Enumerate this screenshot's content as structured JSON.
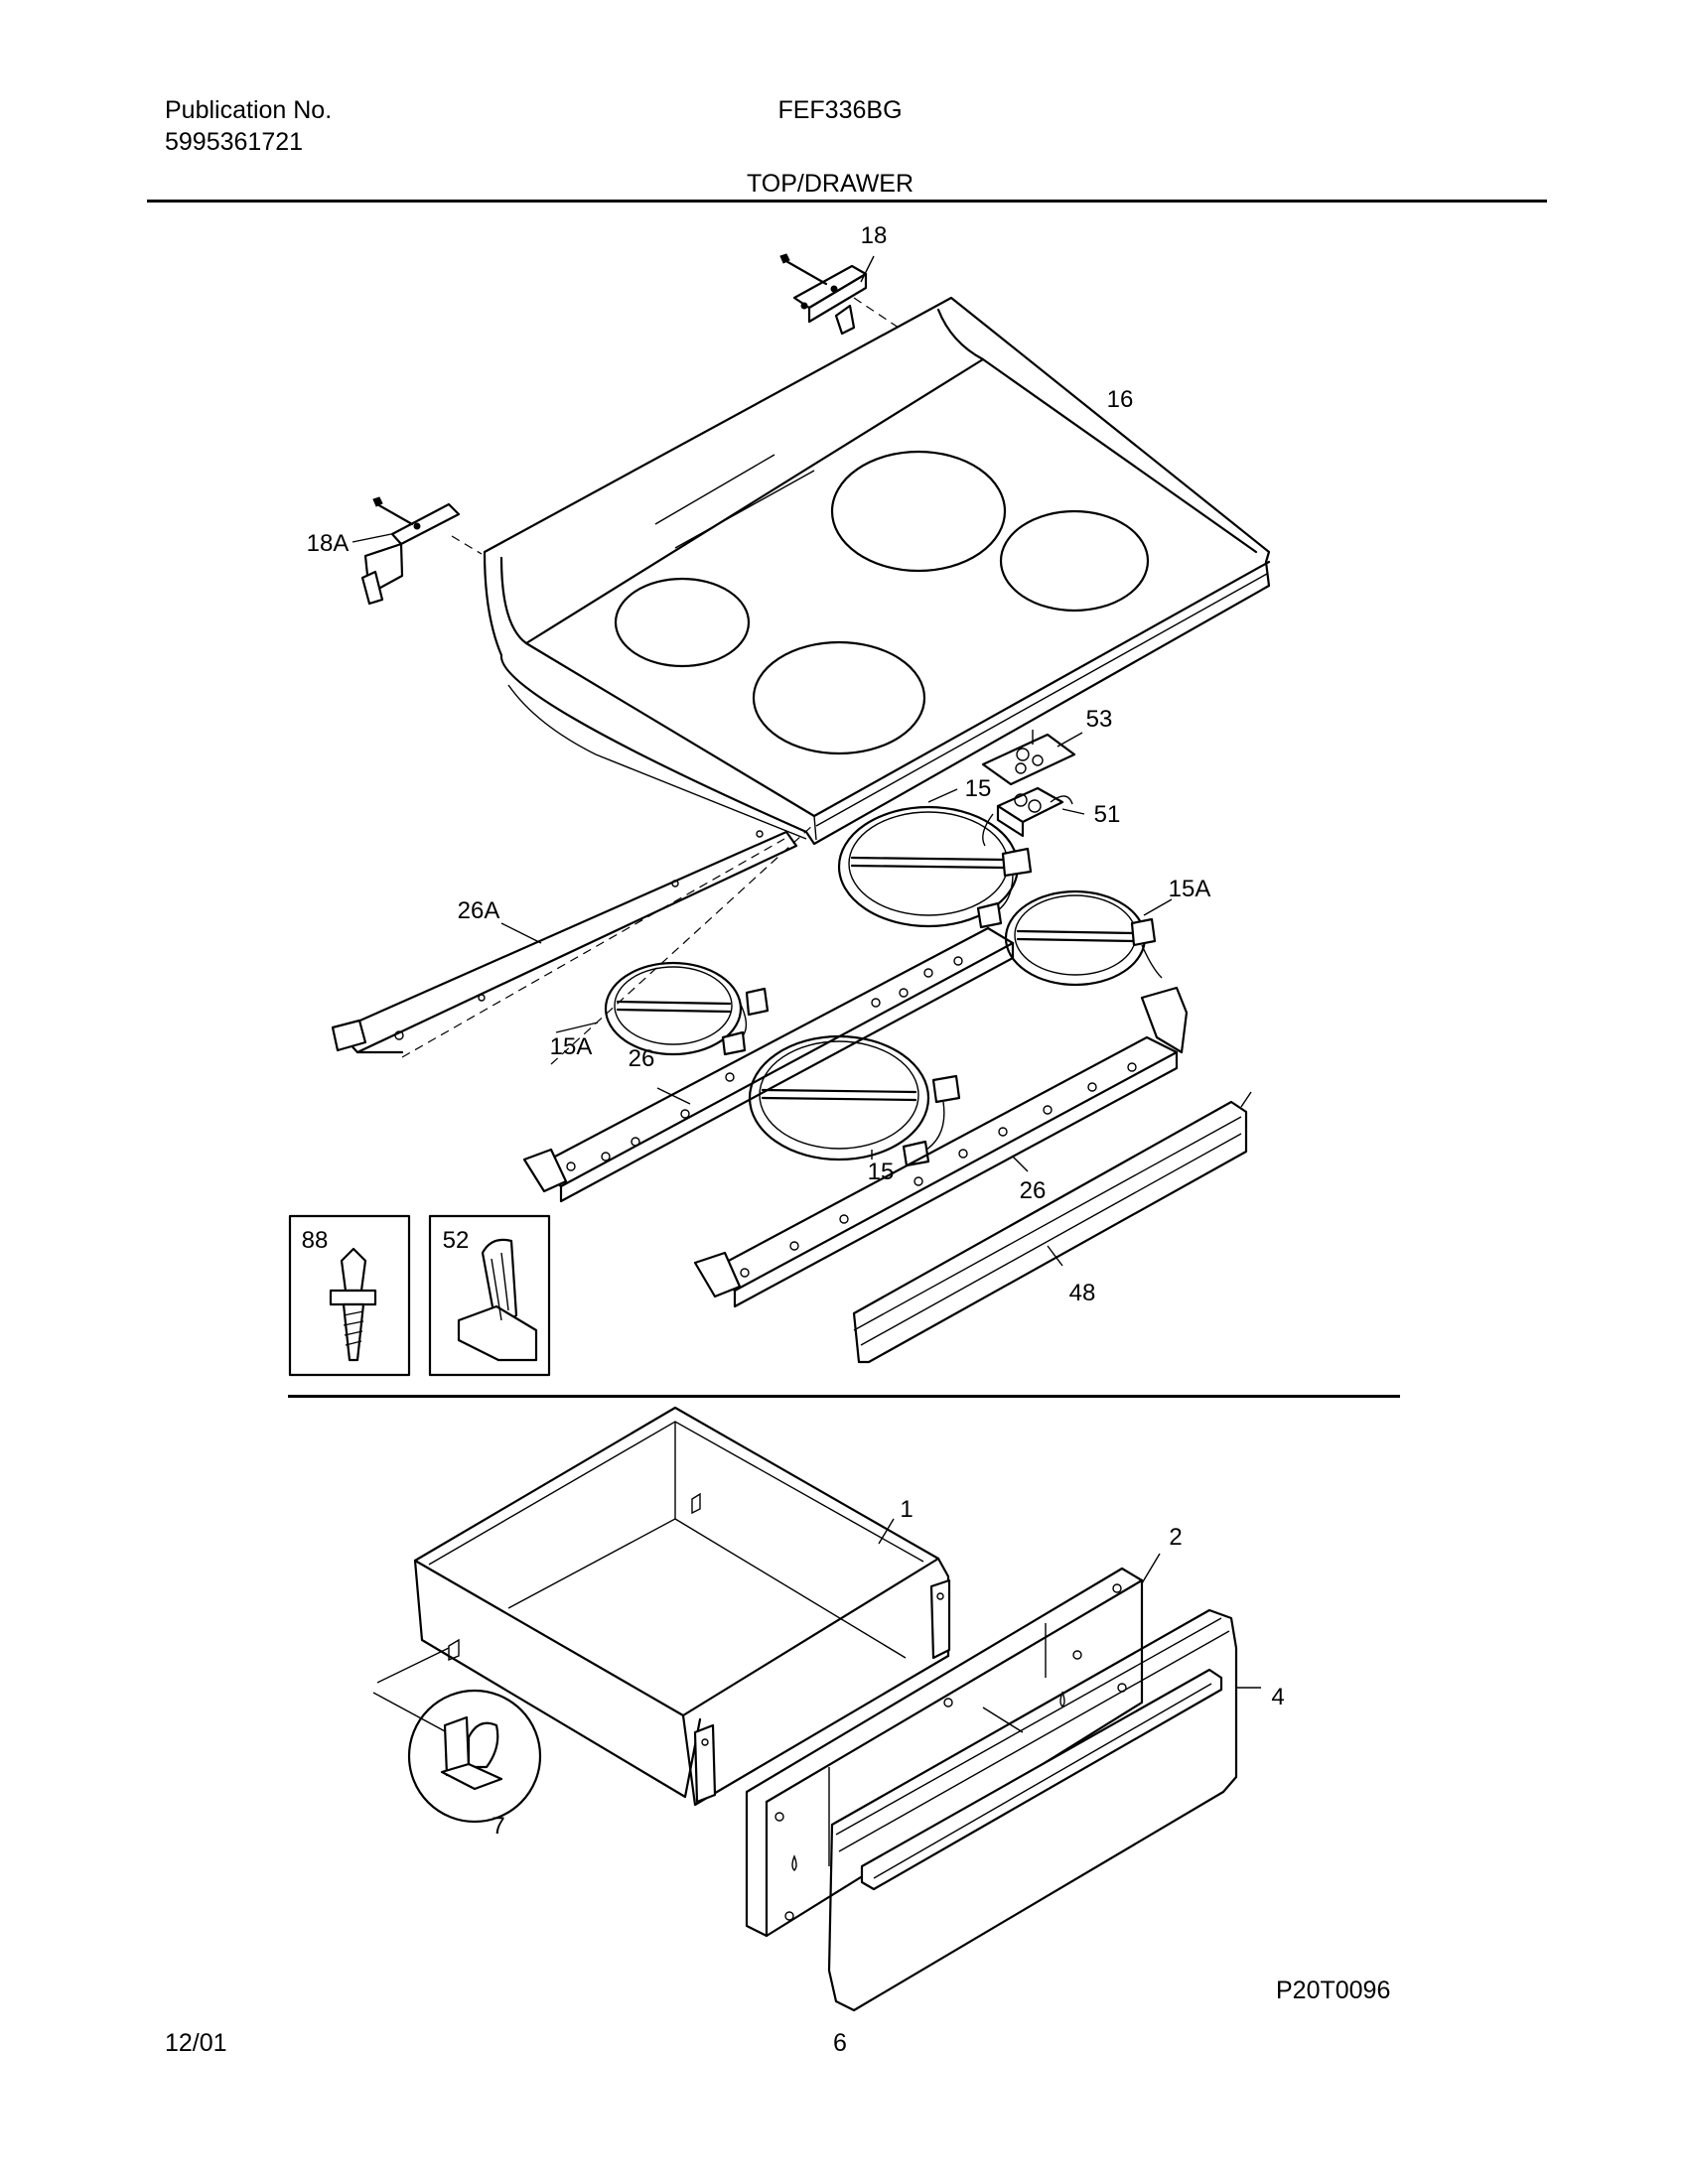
{
  "header": {
    "publication_label": "Publication No.",
    "publication_number": "5995361721",
    "model": "FEF336BG",
    "section_title": "TOP/DRAWER"
  },
  "parts": {
    "hinge_bracket_rear": "18",
    "hinge_bracket_left": "18A",
    "maintop": "16",
    "terminal_block_bracket": "53",
    "terminal_block": "51",
    "element_large_rear": "15",
    "element_large_front": "15",
    "element_small_right": "15A",
    "element_small_left": "15A",
    "support_bar_left": "26A",
    "support_bar_middle": "26",
    "support_bar_front": "26",
    "trim_strip": "48",
    "inset_stud": "88",
    "inset_clip": "52",
    "drawer_body": "1",
    "drawer_front_panel": "2",
    "drawer_front": "4",
    "drawer_glide": "7"
  },
  "footer": {
    "date": "12/01",
    "page_number": "6",
    "drawing_id": "P20T0096"
  }
}
